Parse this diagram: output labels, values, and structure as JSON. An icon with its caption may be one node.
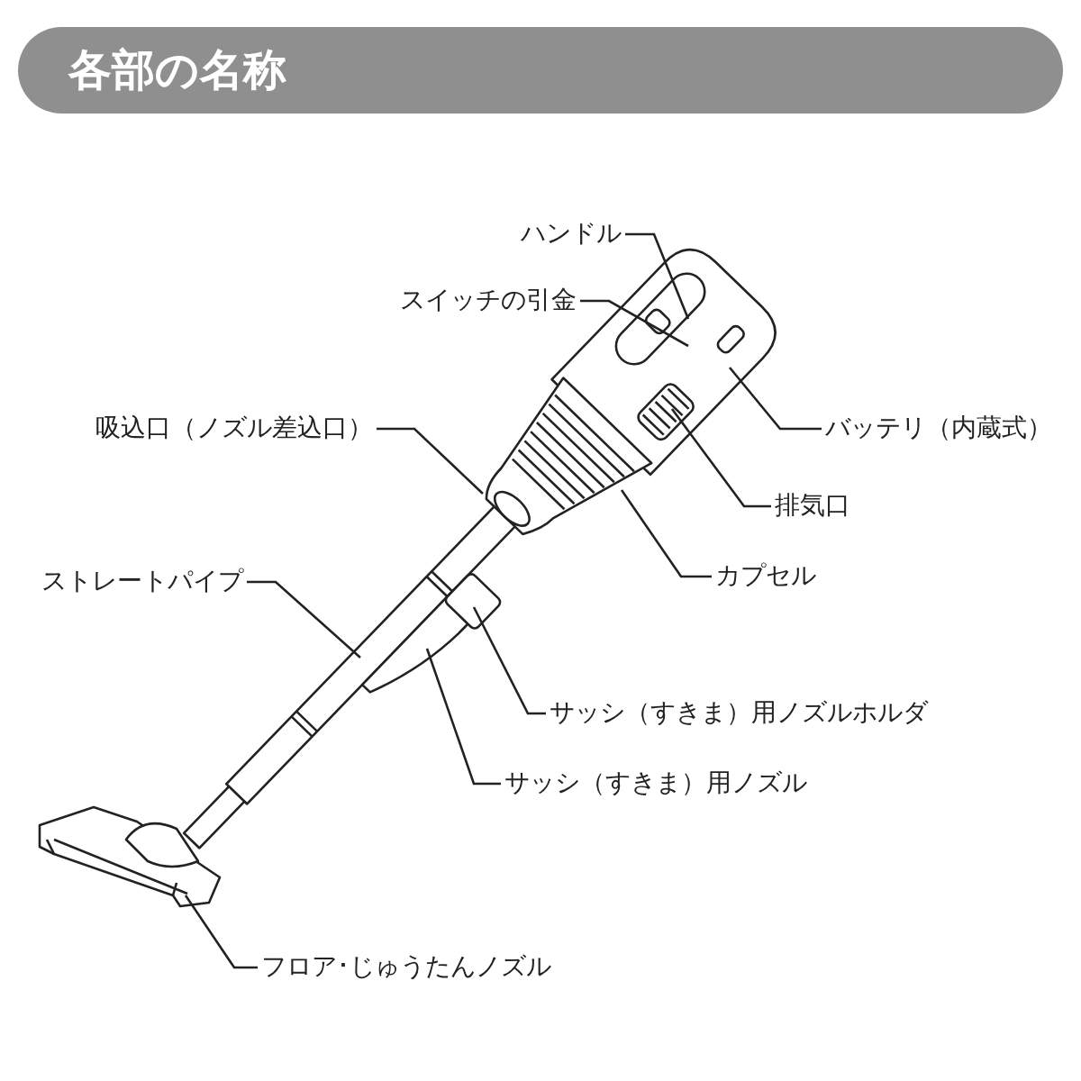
{
  "diagram": {
    "title": "各部の名称",
    "nodes": [
      {
        "text": [
          "ハンドル"
        ]
      },
      {
        "text": [
          "スイッチの引金"
        ]
      },
      {
        "text": [
          "バッテリ（内蔵式）"
        ]
      },
      {
        "text": [
          "排気口"
        ]
      },
      {
        "text": [
          "吸込口（ノズル差込口）"
        ]
      },
      {
        "text": [
          "カプセル"
        ]
      },
      {
        "text": [
          "ストレートパイプ"
        ]
      },
      {
        "text": [
          "サッシ（すきま）用ノズルホルダ"
        ]
      },
      {
        "text": [
          "サッシ（すきま）用ノズル"
        ]
      },
      {
        "text": [
          "フロア･じゅうたんノズル"
        ]
      }
    ],
    "edges": [
      {
        "from": 0,
        "to": null,
        "arrow": "none"
      },
      {
        "from": 1,
        "to": null,
        "arrow": "none"
      },
      {
        "from": 2,
        "to": null,
        "arrow": "none"
      },
      {
        "from": 3,
        "to": null,
        "arrow": "none"
      },
      {
        "from": 4,
        "to": null,
        "arrow": "none"
      },
      {
        "from": 5,
        "to": null,
        "arrow": "none"
      },
      {
        "from": 6,
        "to": null,
        "arrow": "none"
      },
      {
        "from": 7,
        "to": null,
        "arrow": "none"
      },
      {
        "from": 8,
        "to": null,
        "arrow": "none"
      },
      {
        "from": 9,
        "to": null,
        "arrow": "none"
      }
    ]
  }
}
